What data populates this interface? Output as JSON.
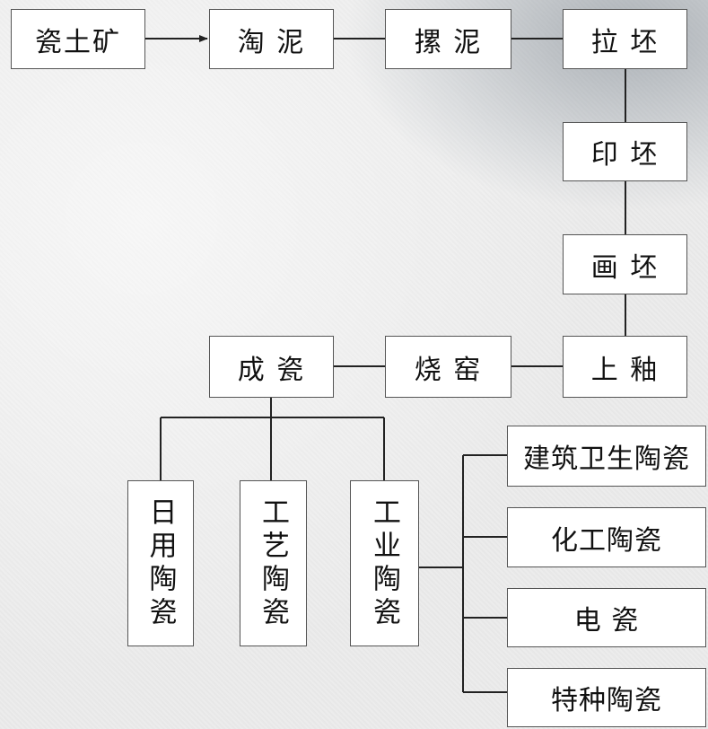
{
  "process": {
    "ore": "瓷土矿",
    "wash": "淘 泥",
    "pile": "摞 泥",
    "throw": "拉 坯",
    "print": "印 坯",
    "paint": "画 坯",
    "glaze": "上 釉",
    "kiln": "烧 窑",
    "done": "成 瓷"
  },
  "categories": {
    "daily": "日用陶瓷",
    "craft": "工艺陶瓷",
    "industrial": "工业陶瓷"
  },
  "industrial_types": {
    "building": "建筑卫生陶瓷",
    "chemical": "化工陶瓷",
    "electric": "电 瓷",
    "special": "特种陶瓷"
  },
  "colors": {
    "box_fill": "#ffffff",
    "box_border": "#555555",
    "line": "#222222",
    "text": "#111111"
  }
}
